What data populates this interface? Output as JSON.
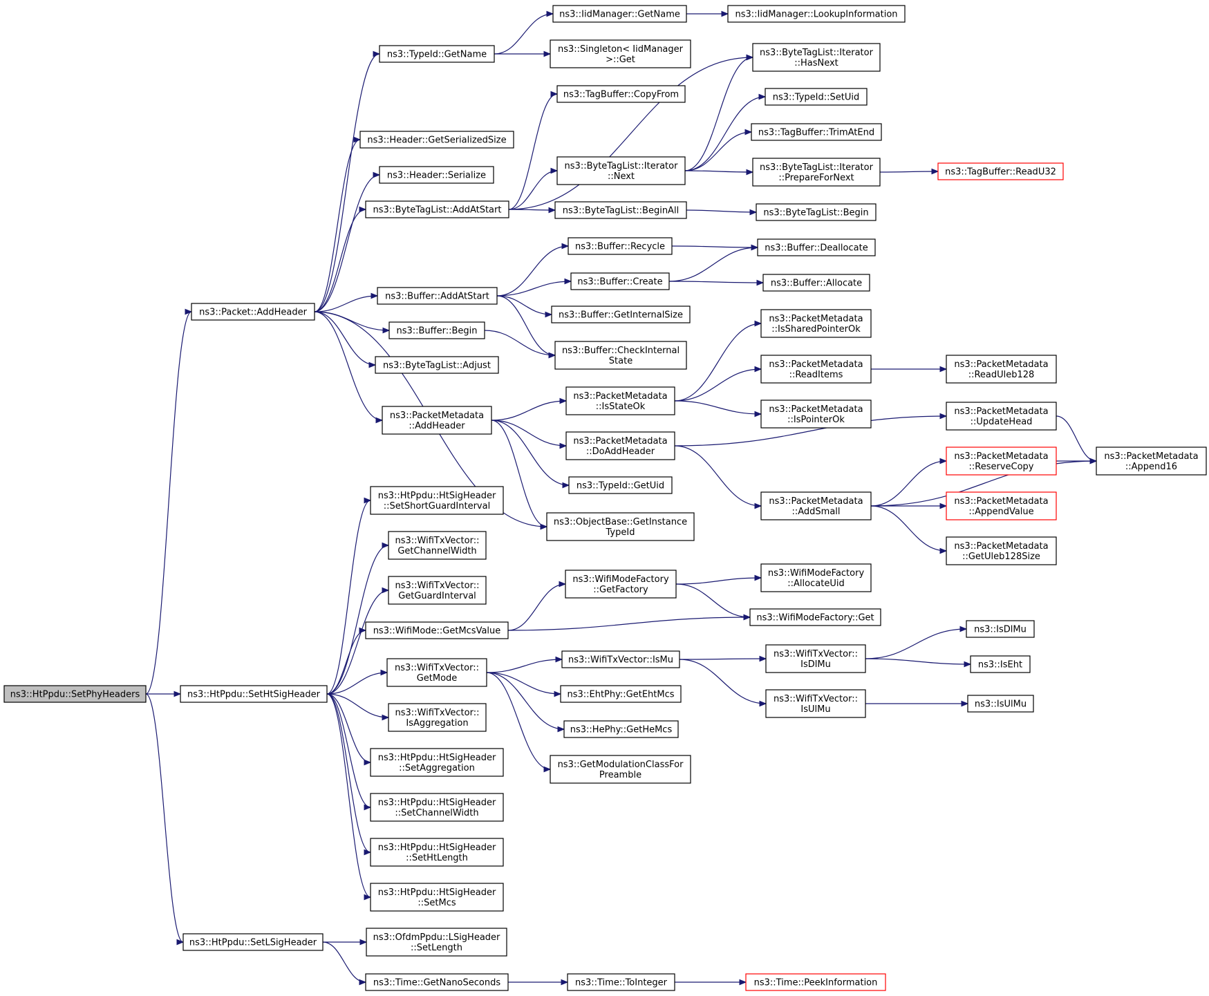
{
  "diagram": {
    "nodes": [
      {
        "id": "setphy",
        "lines": [
          "ns3::HtPpdu::SetPhyHeaders"
        ],
        "root": true
      },
      {
        "id": "addheader",
        "lines": [
          "ns3::Packet::AddHeader"
        ]
      },
      {
        "id": "sethtsig",
        "lines": [
          "ns3::HtPpdu::SetHtSigHeader"
        ]
      },
      {
        "id": "setlsig",
        "lines": [
          "ns3::HtPpdu::SetLSigHeader"
        ]
      },
      {
        "id": "tidgetname",
        "lines": [
          "ns3::TypeId::GetName"
        ]
      },
      {
        "id": "hdrsize",
        "lines": [
          "ns3::Header::GetSerializedSize"
        ]
      },
      {
        "id": "hdrser",
        "lines": [
          "ns3::Header::Serialize"
        ]
      },
      {
        "id": "btladdatstart",
        "lines": [
          "ns3::ByteTagList::AddAtStart"
        ]
      },
      {
        "id": "bufaddatstart",
        "lines": [
          "ns3::Buffer::AddAtStart"
        ]
      },
      {
        "id": "bufbegin",
        "lines": [
          "ns3::Buffer::Begin"
        ]
      },
      {
        "id": "btladjust",
        "lines": [
          "ns3::ByteTagList::Adjust"
        ]
      },
      {
        "id": "pmaddheader",
        "lines": [
          "ns3::PacketMetadata",
          "::AddHeader"
        ]
      },
      {
        "id": "iidgetname",
        "lines": [
          "ns3::IidManager::GetName"
        ]
      },
      {
        "id": "iidlookup",
        "lines": [
          "ns3::IidManager::LookupInformation"
        ]
      },
      {
        "id": "singleton",
        "lines": [
          "ns3::Singleton< IidManager",
          ">::Get"
        ]
      },
      {
        "id": "tbcopyfrom",
        "lines": [
          "ns3::TagBuffer::CopyFrom"
        ]
      },
      {
        "id": "btlitnext",
        "lines": [
          "ns3::ByteTagList::Iterator",
          "::Next"
        ]
      },
      {
        "id": "btlbeginall",
        "lines": [
          "ns3::ByteTagList::BeginAll"
        ]
      },
      {
        "id": "btlhasnext",
        "lines": [
          "ns3::ByteTagList::Iterator",
          "::HasNext"
        ]
      },
      {
        "id": "tidsetuid",
        "lines": [
          "ns3::TypeId::SetUid"
        ]
      },
      {
        "id": "tbtrim",
        "lines": [
          "ns3::TagBuffer::TrimAtEnd"
        ]
      },
      {
        "id": "btlprep",
        "lines": [
          "ns3::ByteTagList::Iterator",
          "::PrepareForNext"
        ]
      },
      {
        "id": "tbreadu32",
        "lines": [
          "ns3::TagBuffer::ReadU32"
        ],
        "truncated": true
      },
      {
        "id": "btlbegin",
        "lines": [
          "ns3::ByteTagList::Begin"
        ]
      },
      {
        "id": "bufrecycle",
        "lines": [
          "ns3::Buffer::Recycle"
        ]
      },
      {
        "id": "bufcreate",
        "lines": [
          "ns3::Buffer::Create"
        ]
      },
      {
        "id": "bufdealloc",
        "lines": [
          "ns3::Buffer::Deallocate"
        ]
      },
      {
        "id": "bufalloc",
        "lines": [
          "ns3::Buffer::Allocate"
        ]
      },
      {
        "id": "bufintsize",
        "lines": [
          "ns3::Buffer::GetInternalSize"
        ]
      },
      {
        "id": "bufcheck",
        "lines": [
          "ns3::Buffer::CheckInternal",
          "State"
        ]
      },
      {
        "id": "pmisstateok",
        "lines": [
          "ns3::PacketMetadata",
          "::IsStateOk"
        ]
      },
      {
        "id": "pmdoadd",
        "lines": [
          "ns3::PacketMetadata",
          "::DoAddHeader"
        ]
      },
      {
        "id": "tidgetuid",
        "lines": [
          "ns3::TypeId::GetUid"
        ]
      },
      {
        "id": "objgetinst",
        "lines": [
          "ns3::ObjectBase::GetInstance",
          "TypeId"
        ]
      },
      {
        "id": "pmshared",
        "lines": [
          "ns3::PacketMetadata",
          "::IsSharedPointerOk"
        ]
      },
      {
        "id": "pmreaditems",
        "lines": [
          "ns3::PacketMetadata",
          "::ReadItems"
        ]
      },
      {
        "id": "pmisptr",
        "lines": [
          "ns3::PacketMetadata",
          "::IsPointerOk"
        ]
      },
      {
        "id": "pmuleb",
        "lines": [
          "ns3::PacketMetadata",
          "::ReadUleb128"
        ]
      },
      {
        "id": "pmupdate",
        "lines": [
          "ns3::PacketMetadata",
          "::UpdateHead"
        ]
      },
      {
        "id": "pmreserve",
        "lines": [
          "ns3::PacketMetadata",
          "::ReserveCopy"
        ],
        "truncated": true
      },
      {
        "id": "pmappend16",
        "lines": [
          "ns3::PacketMetadata",
          "::Append16"
        ]
      },
      {
        "id": "pmaddsmall",
        "lines": [
          "ns3::PacketMetadata",
          "::AddSmall"
        ]
      },
      {
        "id": "pmappendval",
        "lines": [
          "ns3::PacketMetadata",
          "::AppendValue"
        ],
        "truncated": true
      },
      {
        "id": "pmgetuleb",
        "lines": [
          "ns3::PacketMetadata",
          "::GetUleb128Size"
        ]
      },
      {
        "id": "htsgi",
        "lines": [
          "ns3::HtPpdu::HtSigHeader",
          "::SetShortGuardInterval"
        ]
      },
      {
        "id": "txchw",
        "lines": [
          "ns3::WifiTxVector::",
          "GetChannelWidth"
        ]
      },
      {
        "id": "txgi",
        "lines": [
          "ns3::WifiTxVector::",
          "GetGuardInterval"
        ]
      },
      {
        "id": "modemcs",
        "lines": [
          "ns3::WifiMode::GetMcsValue"
        ]
      },
      {
        "id": "txmode",
        "lines": [
          "ns3::WifiTxVector::",
          "GetMode"
        ]
      },
      {
        "id": "txagg",
        "lines": [
          "ns3::WifiTxVector::",
          "IsAggregation"
        ]
      },
      {
        "id": "htsetagg",
        "lines": [
          "ns3::HtPpdu::HtSigHeader",
          "::SetAggregation"
        ]
      },
      {
        "id": "htsetchw",
        "lines": [
          "ns3::HtPpdu::HtSigHeader",
          "::SetChannelWidth"
        ]
      },
      {
        "id": "htsetlen",
        "lines": [
          "ns3::HtPpdu::HtSigHeader",
          "::SetHtLength"
        ]
      },
      {
        "id": "htsetmcs",
        "lines": [
          "ns3::HtPpdu::HtSigHeader",
          "::SetMcs"
        ]
      },
      {
        "id": "wmfgetfactory",
        "lines": [
          "ns3::WifiModeFactory",
          "::GetFactory"
        ]
      },
      {
        "id": "wmfalloc",
        "lines": [
          "ns3::WifiModeFactory",
          "::AllocateUid"
        ]
      },
      {
        "id": "wmfget",
        "lines": [
          "ns3::WifiModeFactory::Get"
        ]
      },
      {
        "id": "txismu",
        "lines": [
          "ns3::WifiTxVector::IsMu"
        ]
      },
      {
        "id": "ehtmcs",
        "lines": [
          "ns3::EhtPhy::GetEhtMcs"
        ]
      },
      {
        "id": "hemcs",
        "lines": [
          "ns3::HePhy::GetHeMcs"
        ]
      },
      {
        "id": "modclass",
        "lines": [
          "ns3::GetModulationClassFor",
          "Preamble"
        ]
      },
      {
        "id": "txisdlmu",
        "lines": [
          "ns3::WifiTxVector::",
          "IsDlMu"
        ]
      },
      {
        "id": "txisulmu",
        "lines": [
          "ns3::WifiTxVector::",
          "IsUlMu"
        ]
      },
      {
        "id": "isdlmu",
        "lines": [
          "ns3::IsDlMu"
        ]
      },
      {
        "id": "iseht",
        "lines": [
          "ns3::IsEht"
        ]
      },
      {
        "id": "isulmu",
        "lines": [
          "ns3::IsUlMu"
        ]
      },
      {
        "id": "ofdmsetlen",
        "lines": [
          "ns3::OfdmPpdu::LSigHeader",
          "::SetLength"
        ]
      },
      {
        "id": "timenano",
        "lines": [
          "ns3::Time::GetNanoSeconds"
        ]
      },
      {
        "id": "timetoint",
        "lines": [
          "ns3::Time::ToInteger"
        ]
      },
      {
        "id": "timepeek",
        "lines": [
          "ns3::Time::PeekInformation"
        ],
        "truncated": true
      }
    ],
    "edges": [
      [
        "setphy",
        "addheader"
      ],
      [
        "setphy",
        "sethtsig"
      ],
      [
        "setphy",
        "setlsig"
      ],
      [
        "addheader",
        "tidgetname"
      ],
      [
        "addheader",
        "hdrsize"
      ],
      [
        "addheader",
        "hdrser"
      ],
      [
        "addheader",
        "btladdatstart"
      ],
      [
        "addheader",
        "bufaddatstart"
      ],
      [
        "addheader",
        "bufbegin"
      ],
      [
        "addheader",
        "btladjust"
      ],
      [
        "addheader",
        "pmaddheader"
      ],
      [
        "addheader",
        "objgetinst"
      ],
      [
        "tidgetname",
        "iidgetname"
      ],
      [
        "tidgetname",
        "singleton"
      ],
      [
        "iidgetname",
        "iidlookup"
      ],
      [
        "btladdatstart",
        "tbcopyfrom"
      ],
      [
        "btladdatstart",
        "btlhasnext"
      ],
      [
        "btladdatstart",
        "btlitnext"
      ],
      [
        "btladdatstart",
        "btlbeginall"
      ],
      [
        "btlitnext",
        "btlhasnext"
      ],
      [
        "btlitnext",
        "tidsetuid"
      ],
      [
        "btlitnext",
        "tbtrim"
      ],
      [
        "btlitnext",
        "btlprep"
      ],
      [
        "btlprep",
        "tbreadu32"
      ],
      [
        "btlbeginall",
        "btlbegin"
      ],
      [
        "bufaddatstart",
        "bufrecycle"
      ],
      [
        "bufaddatstart",
        "bufcreate"
      ],
      [
        "bufaddatstart",
        "bufintsize"
      ],
      [
        "bufaddatstart",
        "bufcheck"
      ],
      [
        "bufrecycle",
        "bufdealloc"
      ],
      [
        "bufcreate",
        "bufdealloc"
      ],
      [
        "bufcreate",
        "bufalloc"
      ],
      [
        "bufbegin",
        "bufcheck"
      ],
      [
        "pmaddheader",
        "pmisstateok"
      ],
      [
        "pmaddheader",
        "pmdoadd"
      ],
      [
        "pmaddheader",
        "tidgetuid"
      ],
      [
        "pmaddheader",
        "objgetinst"
      ],
      [
        "pmisstateok",
        "pmshared"
      ],
      [
        "pmisstateok",
        "pmreaditems"
      ],
      [
        "pmisstateok",
        "pmisptr"
      ],
      [
        "pmreaditems",
        "pmuleb"
      ],
      [
        "pmdoadd",
        "pmupdate"
      ],
      [
        "pmdoadd",
        "pmaddsmall"
      ],
      [
        "pmupdate",
        "pmappend16"
      ],
      [
        "pmreserve",
        "pmappend16"
      ],
      [
        "pmaddsmall",
        "pmreserve"
      ],
      [
        "pmaddsmall",
        "pmappendval"
      ],
      [
        "pmaddsmall",
        "pmgetuleb"
      ],
      [
        "pmaddsmall",
        "pmappend16"
      ],
      [
        "sethtsig",
        "htsgi"
      ],
      [
        "sethtsig",
        "txchw"
      ],
      [
        "sethtsig",
        "txgi"
      ],
      [
        "sethtsig",
        "modemcs"
      ],
      [
        "sethtsig",
        "txmode"
      ],
      [
        "sethtsig",
        "txagg"
      ],
      [
        "sethtsig",
        "htsetagg"
      ],
      [
        "sethtsig",
        "htsetchw"
      ],
      [
        "sethtsig",
        "htsetlen"
      ],
      [
        "sethtsig",
        "htsetmcs"
      ],
      [
        "modemcs",
        "wmfgetfactory"
      ],
      [
        "modemcs",
        "wmfget"
      ],
      [
        "wmfgetfactory",
        "wmfalloc"
      ],
      [
        "wmfgetfactory",
        "wmfget"
      ],
      [
        "txmode",
        "txismu"
      ],
      [
        "txmode",
        "ehtmcs"
      ],
      [
        "txmode",
        "hemcs"
      ],
      [
        "txmode",
        "modclass"
      ],
      [
        "txismu",
        "txisdlmu"
      ],
      [
        "txismu",
        "txisulmu"
      ],
      [
        "txisdlmu",
        "isdlmu"
      ],
      [
        "txisdlmu",
        "iseht"
      ],
      [
        "txisulmu",
        "isulmu"
      ],
      [
        "setlsig",
        "ofdmsetlen"
      ],
      [
        "setlsig",
        "timenano"
      ],
      [
        "timenano",
        "timetoint"
      ],
      [
        "timetoint",
        "timepeek"
      ]
    ]
  }
}
